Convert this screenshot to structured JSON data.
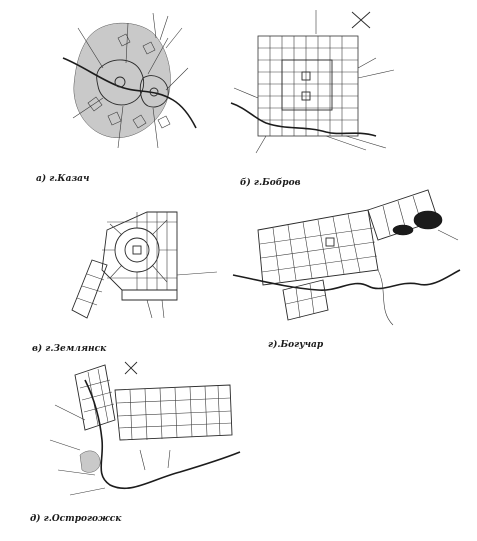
{
  "plans": [
    {
      "id": "a",
      "caption": "а)  г.Казач"
    },
    {
      "id": "b",
      "caption": "б) г.Бобров"
    },
    {
      "id": "v",
      "caption": "в)  г.Землянск"
    },
    {
      "id": "g",
      "caption": "г).Богучар"
    },
    {
      "id": "d",
      "caption": "д) г.Острогожск"
    }
  ]
}
